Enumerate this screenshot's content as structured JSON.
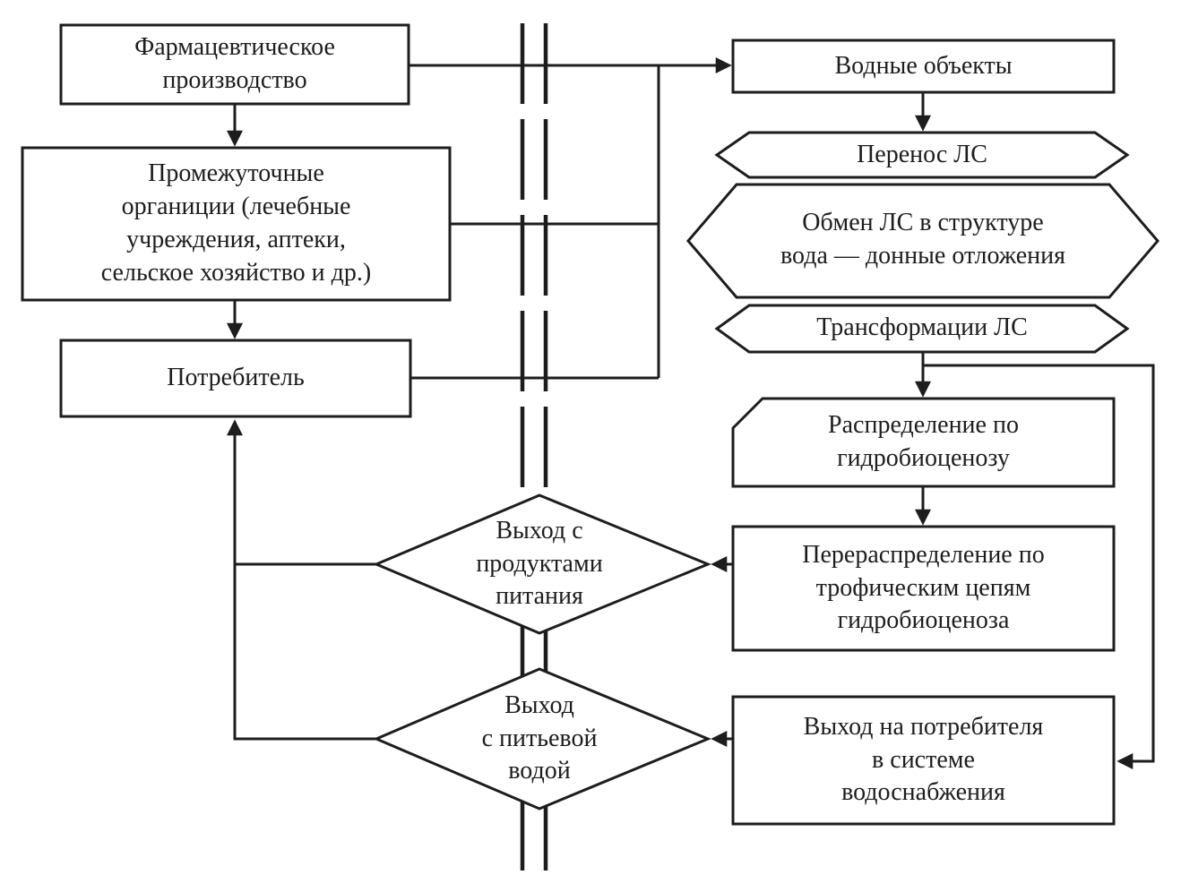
{
  "diagram": {
    "nodes": {
      "pharma": "Фармацевтическое\nпроизводство",
      "intermediate": "Промежуточные\nорганиции (лечебные\nучреждения, аптеки,\nсельское хозяйство и др.)",
      "consumer": "Потребитель",
      "water_bodies": "Водные объекты",
      "transfer": "Перенос ЛС",
      "exchange": "Обмен ЛС в структуре\nвода — донные отложения",
      "transformation": "Трансформации ЛС",
      "distribution": "Распределение по\nгидробиоценозу",
      "redistribution": "Перераспределение по\nтрофическим цепям\nгидробиоценоза",
      "consumer_output": "Выход на потребителя\nв системе\nводоснабжения",
      "food_output": "Выход с\nпродуктами\nпитания",
      "water_output": "Выход\nс питьевой\nводой"
    },
    "colors": {
      "stroke": "#1d1d1d",
      "text": "#1d1d1d",
      "background": "#ffffff"
    }
  }
}
